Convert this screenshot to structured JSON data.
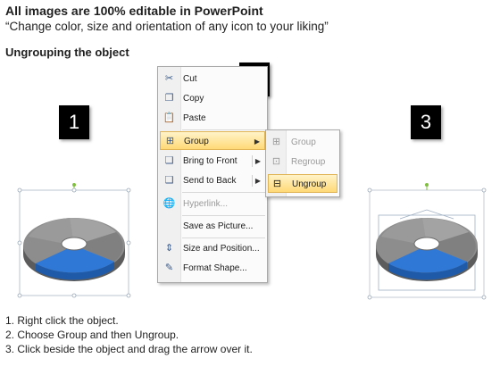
{
  "header": {
    "title": "All images are 100% editable in PowerPoint",
    "subtitle": "“Change color, size and orientation of any icon to your liking”",
    "section": "Ungrouping the object"
  },
  "step_badges": [
    "1",
    "2",
    "3"
  ],
  "context_menu": {
    "items": [
      {
        "label": "Cut",
        "icon": "scissors-icon"
      },
      {
        "label": "Copy",
        "icon": "copy-icon"
      },
      {
        "label": "Paste",
        "icon": "paste-icon"
      },
      {
        "label": "Group",
        "icon": "group-icon",
        "highlighted": true,
        "has_submenu": true
      },
      {
        "label": "Bring to Front",
        "icon": "bring-to-front-icon",
        "has_submenu": true
      },
      {
        "label": "Send to Back",
        "icon": "send-to-back-icon",
        "has_submenu": true
      },
      {
        "label": "Hyperlink...",
        "icon": "hyperlink-icon",
        "disabled": true
      },
      {
        "label": "Save as Picture...",
        "icon": ""
      },
      {
        "label": "Size and Position...",
        "icon": "size-position-icon"
      },
      {
        "label": "Format Shape...",
        "icon": "format-shape-icon"
      }
    ]
  },
  "group_submenu": {
    "items": [
      {
        "label": "Group",
        "icon": "group-icon",
        "disabled": true
      },
      {
        "label": "Regroup",
        "icon": "regroup-icon",
        "disabled": true
      },
      {
        "label": "Ungroup",
        "icon": "ungroup-icon",
        "highlighted": true
      }
    ]
  },
  "instructions": [
    "1.  Right click the object.",
    "2.  Choose Group and then Ungroup.",
    "3.  Click beside the object and drag the arrow over it."
  ],
  "colors": {
    "ring_gray": "#8a8a8a",
    "ring_blue": "#2f78d6",
    "highlight": "#ffd977",
    "selection_handle": "#7fbf3f"
  }
}
